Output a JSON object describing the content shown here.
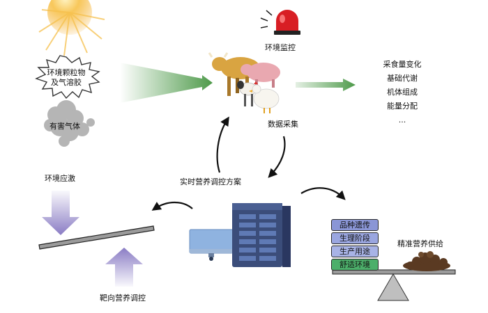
{
  "labels": {
    "particles": [
      "环境颗粒物",
      "及气溶胶"
    ],
    "harmful_gas": "有害气体",
    "env_monitor": "环境监控",
    "data_collect": "数据采集",
    "realtime_plan": "实时营养调控方案",
    "env_stress": "环境应激",
    "target_nutrition": "靶向营养调控",
    "precision_supply": "精准营养供给"
  },
  "outcomes": [
    "采食量变化",
    "基础代谢",
    "机体组成",
    "能量分配",
    "..."
  ],
  "factors": [
    {
      "label": "品种遗传",
      "color": "#8a96d6"
    },
    {
      "label": "生理阶段",
      "color": "#9aa6e0"
    },
    {
      "label": "生产用途",
      "color": "#a8b3e6"
    },
    {
      "label": "舒适环境",
      "color": "#4caf6a"
    }
  ],
  "colors": {
    "green_arrow": "#4e9a4a",
    "stress_arrow": "#8a7cc4",
    "sun": "#f6b13a",
    "alarm": "#d81e24",
    "server": "#3b4d7a",
    "monitor": "#8fb3e0"
  }
}
